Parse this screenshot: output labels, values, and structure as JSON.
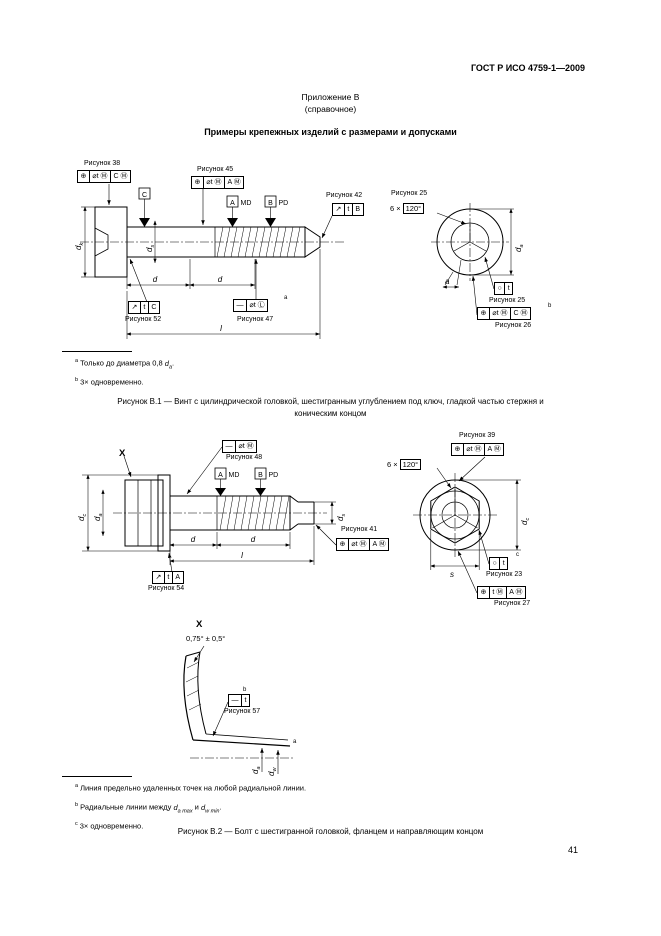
{
  "page_number": "41",
  "header": {
    "doc_id": "ГОСТ Р ИСО 4759-1—2009"
  },
  "appendix": {
    "name": "Приложение В",
    "note": "(справочное)",
    "title": "Примеры крепежных изделий с размерами и допусками"
  },
  "figure1": {
    "callouts": {
      "f38": {
        "label": "Рисунок 38",
        "cells": [
          "⊕",
          "⌀t Ⓜ",
          "C Ⓜ"
        ]
      },
      "f45": {
        "label": "Рисунок 45",
        "cells": [
          "⊕",
          "⌀t Ⓜ",
          "A Ⓜ"
        ]
      },
      "f42": {
        "label": "Рисунок 42",
        "cells": [
          "↗",
          "t",
          "B"
        ]
      },
      "f52": {
        "label": "Рисунок 52",
        "cells": [
          "↗",
          "t",
          "C"
        ]
      },
      "f47": {
        "label": "Рисунок 47",
        "cells": [
          "—",
          "⌀t Ⓛ"
        ],
        "sup": "a"
      },
      "f25top": {
        "label": "Рисунок 25"
      },
      "f25r": {
        "label": "Рисунок 25",
        "cells": [
          "○",
          "t"
        ]
      },
      "f26": {
        "label": "Рисунок 26",
        "cells": [
          "⊕",
          "⌀t Ⓜ",
          "C Ⓜ"
        ],
        "sup": "b"
      }
    },
    "datums": {
      "c": "C",
      "a": "A",
      "a_note": "MD",
      "b": "B",
      "b_note": "PD"
    },
    "angle": {
      "prefix": "6 ×",
      "boxed": "120°"
    },
    "dims": {
      "dk": {
        "base": "d",
        "sub": "k"
      },
      "ds": {
        "base": "d",
        "sub": "s"
      },
      "d1": "d",
      "d2": "d",
      "l": "l",
      "a": "a",
      "da": {
        "base": "d",
        "sub": "a"
      }
    },
    "footnotes": [
      {
        "marker": "a",
        "t1": "Только до диаметра 0,8 ",
        "v1": "d",
        "s1": "a",
        "t2": "",
        "v2": "",
        "s2": "",
        "tail": "."
      },
      {
        "marker": "b",
        "t1": "3× одновременно.",
        "v1": "",
        "s1": "",
        "t2": "",
        "v2": "",
        "s2": "",
        "tail": ""
      }
    ],
    "caption": {
      "line1": "Рисунок В.1 — Винт с цилиндрической головкой, шестигранным углублением под ключ, гладкой частью стержня и",
      "line2": "коническим концом"
    }
  },
  "figure2": {
    "detail_ref": "X",
    "callouts": {
      "f48": {
        "label": "Рисунок 48",
        "cells": [
          "—",
          "⌀t Ⓜ"
        ]
      },
      "f39": {
        "label": "Рисунок 39",
        "cells": [
          "⊕",
          "⌀t Ⓜ",
          "A Ⓜ"
        ]
      },
      "f41": {
        "label": "Рисунок 41",
        "cells": [
          "⊕",
          "⌀t Ⓜ",
          "A Ⓜ"
        ]
      },
      "f54": {
        "label": "Рисунок 54",
        "cells": [
          "↗",
          "t",
          "A"
        ]
      },
      "f23": {
        "label": "Рисунок 23",
        "cells": [
          "○",
          "t"
        ],
        "sup": "c"
      },
      "f27": {
        "label": "Рисунок 27",
        "cells": [
          "⊕",
          "t Ⓜ",
          "A Ⓜ"
        ]
      },
      "f57": {
        "label": "Рисунок 57",
        "cells": [
          "—",
          "t"
        ],
        "sup": "b"
      }
    },
    "datums": {
      "a": "A",
      "a_note": "MD",
      "b": "B",
      "b_note": "PD"
    },
    "angle": {
      "prefix": "6 ×",
      "boxed": "120°"
    },
    "dims": {
      "dc": {
        "base": "d",
        "sub": "c"
      },
      "da": {
        "base": "d",
        "sub": "a"
      },
      "ds": {
        "base": "d",
        "sub": "s"
      },
      "d1": "d",
      "d2": "d",
      "l": "l",
      "s": "s",
      "dc_view": {
        "base": "d",
        "sub": "c"
      }
    },
    "detail": {
      "marker": "X",
      "angle_value": "0,75° ± 0,5°",
      "face_sup": "a",
      "dims": {
        "da": {
          "base": "d",
          "sub": "a"
        },
        "dw": {
          "base": "d",
          "sub": "w"
        }
      }
    },
    "footnotes": [
      {
        "marker": "a",
        "t1": "Линия предельно удаленных точек на любой радиальной линии.",
        "v1": "",
        "s1": "",
        "t2": "",
        "v2": "",
        "s2": "",
        "tail": ""
      },
      {
        "marker": "b",
        "t1": "Радиальные линии между ",
        "v1": "d",
        "s1": "a max",
        "t2": " и ",
        "v2": "d",
        "s2": "w min",
        "tail": "."
      },
      {
        "marker": "c",
        "t1": "3× одновременно.",
        "v1": "",
        "s1": "",
        "t2": "",
        "v2": "",
        "s2": "",
        "tail": ""
      }
    ],
    "caption": "Рисунок В.2 — Болт с шестигранной головкой, фланцем и направляющим концом"
  }
}
